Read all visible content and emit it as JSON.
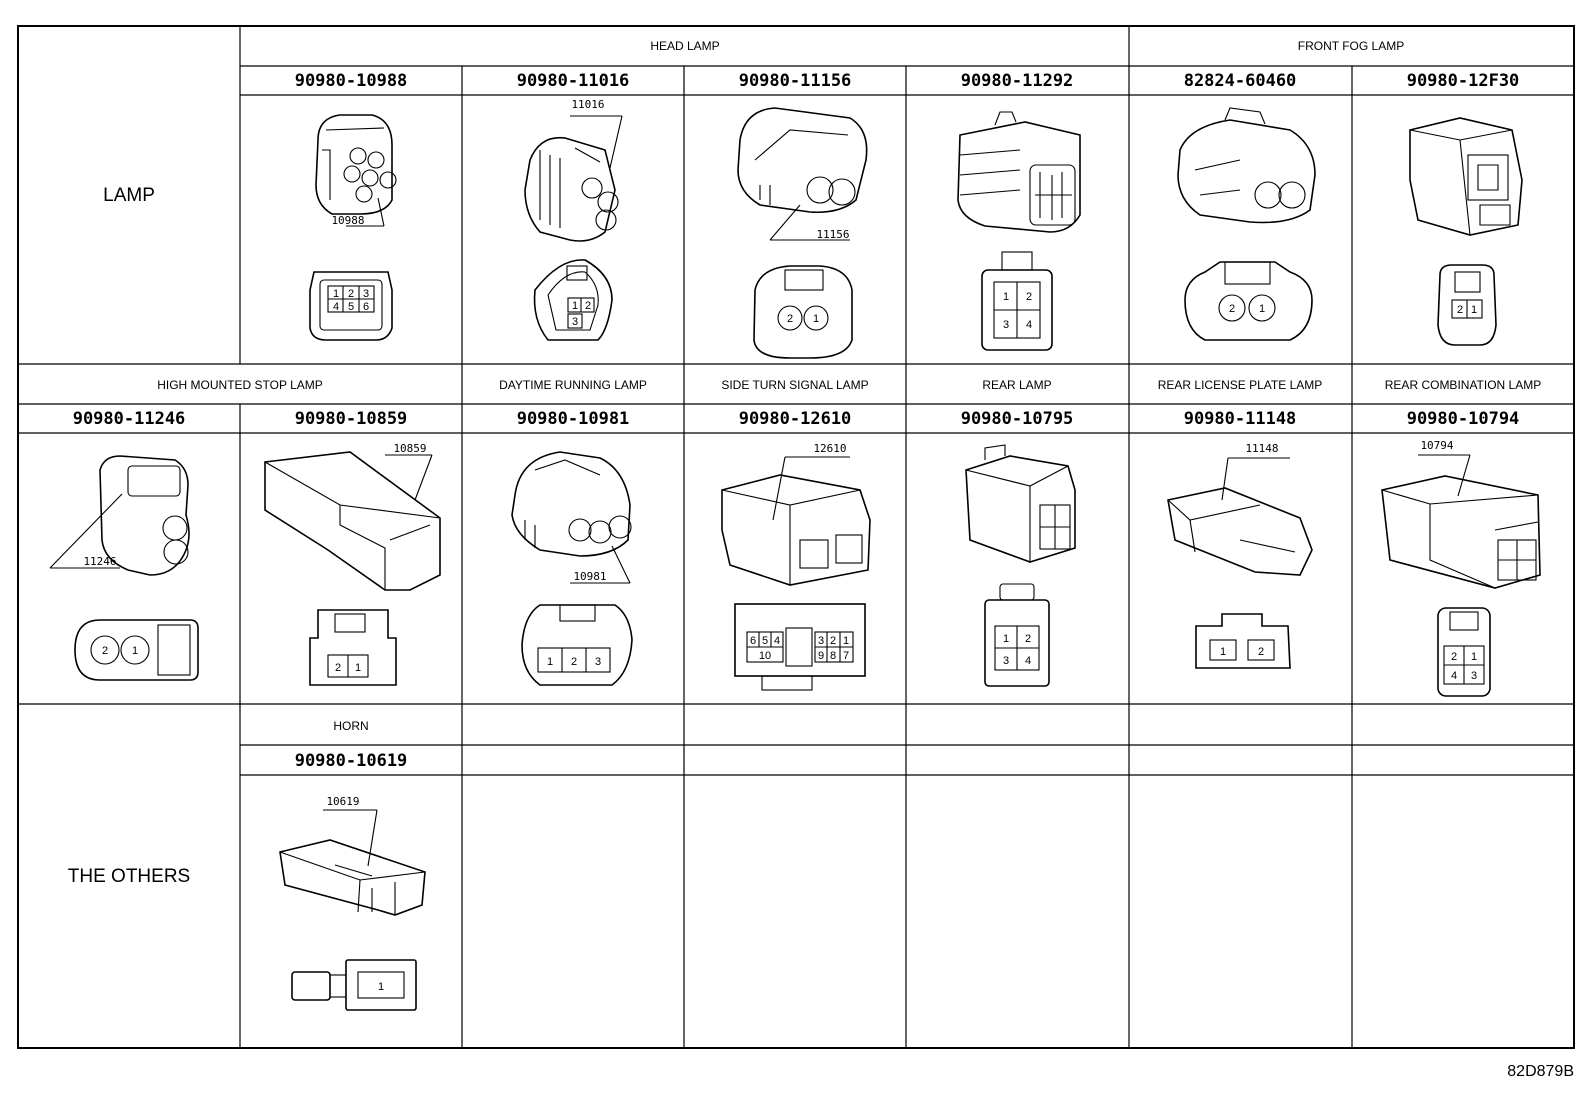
{
  "figure_id": "82D879B",
  "categories": {
    "lamp": "LAMP",
    "others": "THE OTHERS"
  },
  "groups": {
    "head_lamp": "HEAD LAMP",
    "front_fog_lamp": "FRONT FOG LAMP",
    "high_mounted_stop_lamp": "HIGH MOUNTED STOP LAMP",
    "daytime_running_lamp": "DAYTIME RUNNING LAMP",
    "side_turn_signal_lamp": "SIDE TURN SIGNAL LAMP",
    "rear_lamp": "REAR LAMP",
    "rear_license_plate_lamp": "REAR LICENSE PLATE LAMP",
    "rear_combination_lamp": "REAR COMBINATION LAMP",
    "horn": "HORN"
  },
  "connectors": [
    {
      "part_number": "90980-10988",
      "callout": "10988",
      "pins": [
        "1",
        "2",
        "3",
        "4",
        "5",
        "6"
      ]
    },
    {
      "part_number": "90980-11016",
      "callout": "11016",
      "pins": [
        "1",
        "2",
        "3"
      ]
    },
    {
      "part_number": "90980-11156",
      "callout": "11156",
      "pins": [
        "2",
        "1"
      ]
    },
    {
      "part_number": "90980-11292",
      "pins": [
        "1",
        "2",
        "3",
        "4"
      ]
    },
    {
      "part_number": "82824-60460",
      "pins": [
        "2",
        "1"
      ]
    },
    {
      "part_number": "90980-12F30",
      "pins": [
        "2",
        "1"
      ]
    },
    {
      "part_number": "90980-11246",
      "callout": "11246",
      "pins": [
        "2",
        "1"
      ]
    },
    {
      "part_number": "90980-10859",
      "callout": "10859",
      "pins": [
        "2",
        "1"
      ]
    },
    {
      "part_number": "90980-10981",
      "callout": "10981",
      "pins": [
        "1",
        "2",
        "3"
      ]
    },
    {
      "part_number": "90980-12610",
      "callout": "12610",
      "pins": [
        "6",
        "5",
        "4",
        "3",
        "2",
        "1",
        "10",
        "9",
        "8",
        "7"
      ]
    },
    {
      "part_number": "90980-10795",
      "pins": [
        "1",
        "2",
        "3",
        "4"
      ]
    },
    {
      "part_number": "90980-11148",
      "callout": "11148",
      "pins": [
        "1",
        "2"
      ]
    },
    {
      "part_number": "90980-10794",
      "callout": "10794",
      "pins": [
        "2",
        "1",
        "4",
        "3"
      ]
    },
    {
      "part_number": "90980-10619",
      "callout": "10619",
      "pins": [
        "1"
      ]
    }
  ]
}
